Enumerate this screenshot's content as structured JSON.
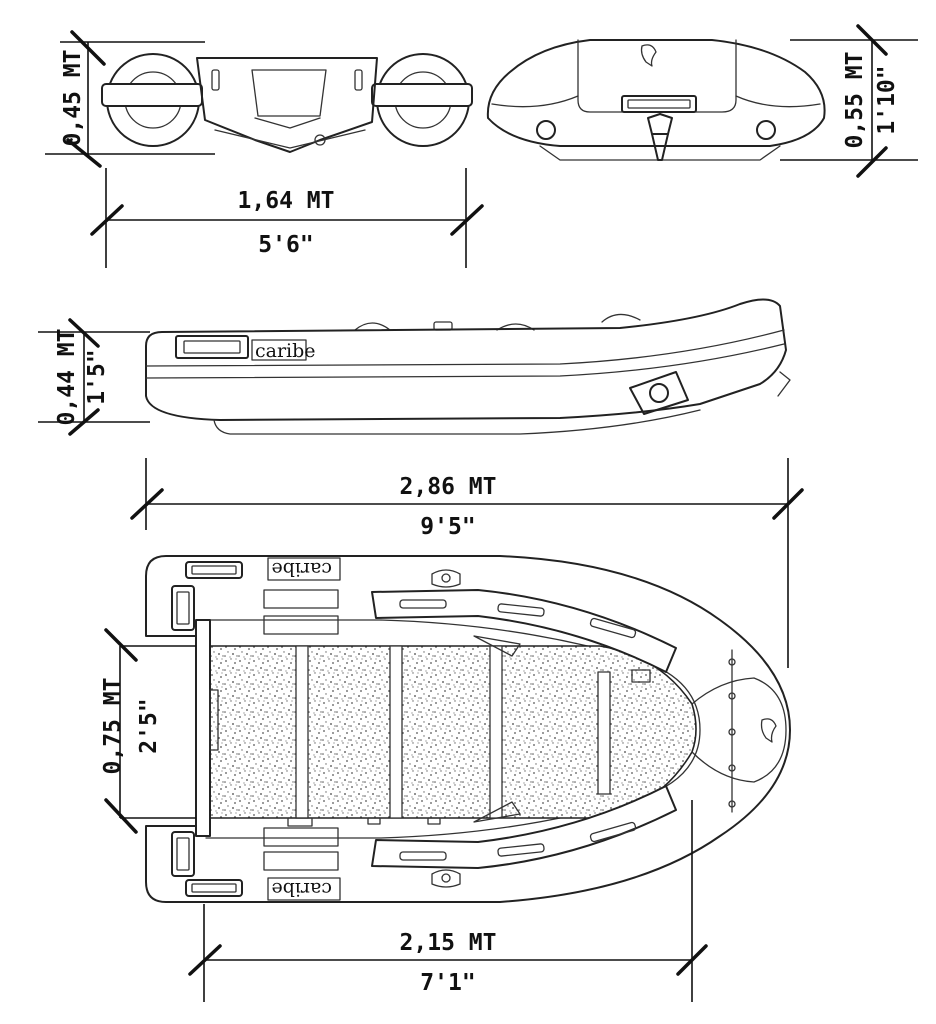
{
  "dimensions": {
    "front_width_metric": "1,64 MT",
    "front_width_imperial": "5'6\"",
    "front_height_metric": "0,45 MT",
    "rear_height_metric": "0,55 MT",
    "rear_height_imperial": "1'10\"",
    "side_height_metric": "0,44 MT",
    "side_height_imperial": "1'5\"",
    "overall_length_metric": "2,86 MT",
    "overall_length_imperial": "9'5\"",
    "inner_width_metric": "0,75 MT",
    "inner_width_imperial": "2'5\"",
    "inner_length_metric": "2,15 MT",
    "inner_length_imperial": "7'1\""
  },
  "brand": {
    "name": "caribe"
  }
}
